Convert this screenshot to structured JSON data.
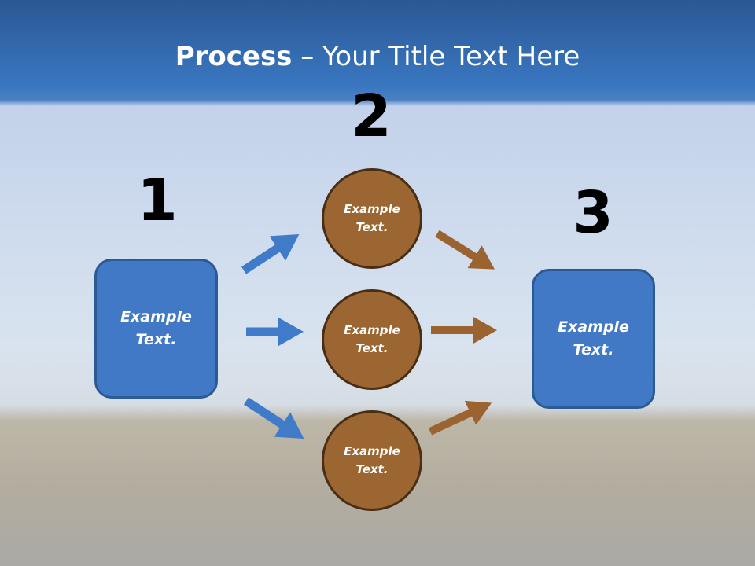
{
  "title": {
    "bold": "Process",
    "rest": " – Your Title Text Here"
  },
  "steps": [
    {
      "number": "1",
      "label": "Example Text."
    },
    {
      "number": "2",
      "items": [
        "Example Text.",
        "Example Text.",
        "Example Text."
      ]
    },
    {
      "number": "3",
      "label": "Example Text."
    }
  ],
  "colors": {
    "blue": "#4179c6",
    "brown": "#9b6632"
  }
}
